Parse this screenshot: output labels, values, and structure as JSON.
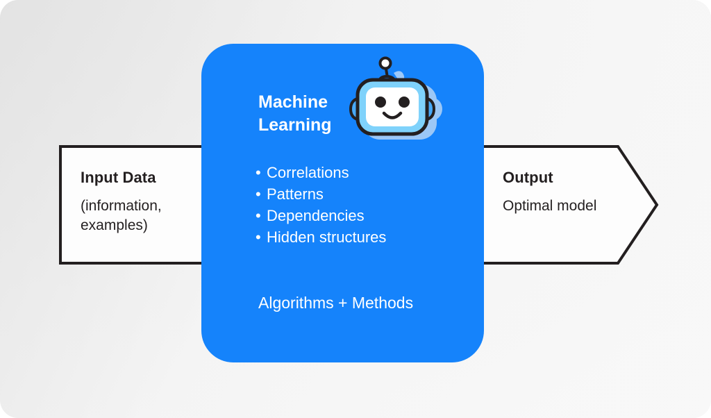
{
  "diagram": {
    "type": "process-flow",
    "background_color": "#f2f2f2",
    "accent_color": "#1583fb",
    "outline_color": "#231f20",
    "text_light": "#ffffff"
  },
  "input_stage": {
    "title": "Input Data",
    "subtitle": "(information,\nexamples)",
    "shape": "right-arrow-pentagon",
    "fill": "#fdfdfd"
  },
  "ml_stage": {
    "title": "Machine\nLearning",
    "bullet_marker": "•",
    "bullets": [
      "Correlations",
      "Patterns",
      "Dependencies",
      "Hidden structures"
    ],
    "footer": "Algorithms + Methods",
    "fill": "#1583fb",
    "robot": {
      "name": "robot-mascot",
      "head_fill": "#ffffff",
      "frame_fill": "#7fd2fb",
      "outline": "#231f20",
      "eyes": 2,
      "mouth": "smile",
      "antenna_tip": "white-circle"
    }
  },
  "output_stage": {
    "title": "Output",
    "subtitle": "Optimal model",
    "shape": "right-arrow-pentagon",
    "fill": "#fdfdfd"
  }
}
